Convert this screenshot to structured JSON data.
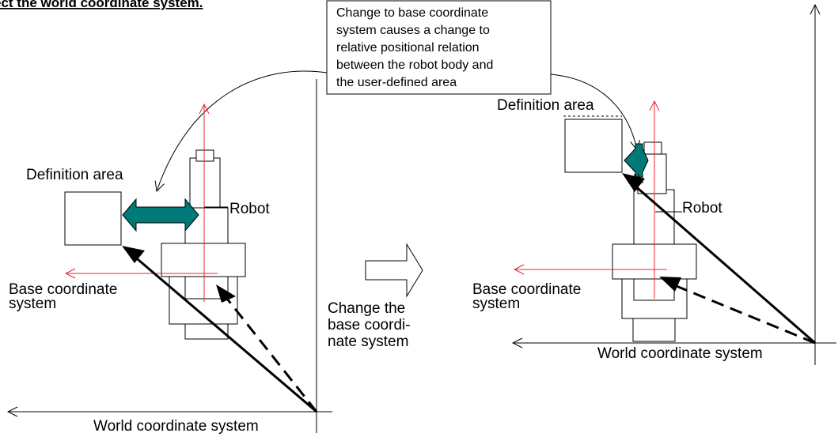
{
  "heading": "ect the world coordinate system.",
  "note_lines": [
    "Change to base coordinate",
    "system causes a change to",
    "relative positional relation",
    "between the robot body and",
    "the user-defined area"
  ],
  "left": {
    "definition_area": "Definition area",
    "robot": "Robot",
    "base_lines": [
      "Base coordinate",
      "system"
    ],
    "world": "World coordinate system"
  },
  "middle": {
    "change_lines": [
      "Change the",
      "base coordi-",
      "nate system"
    ]
  },
  "right": {
    "definition_area": "Definition area",
    "robot": "Robot",
    "base_lines": [
      "Base coordinate",
      "system"
    ],
    "world": "World coordinate system"
  },
  "colors": {
    "line": "#000000",
    "axis_red": "#e8252b",
    "teal": "#007a78"
  }
}
